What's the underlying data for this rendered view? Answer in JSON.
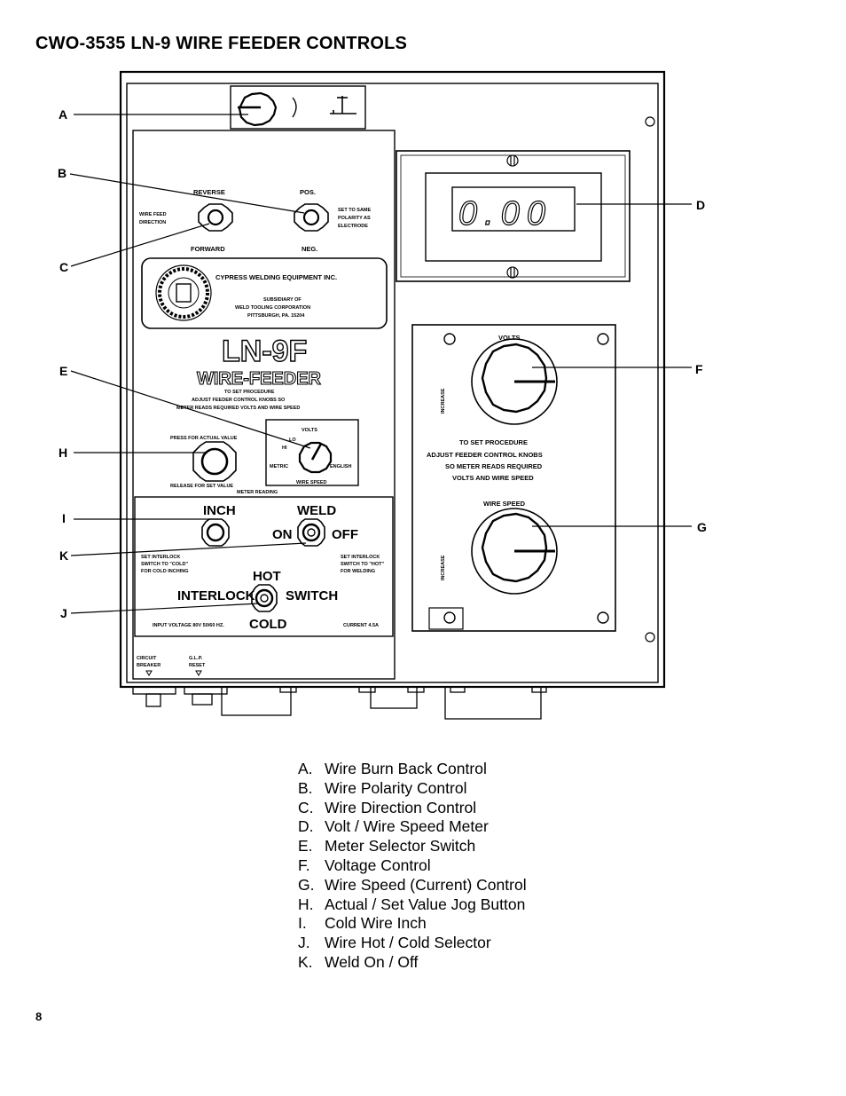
{
  "title": "CWO-3535 LN-9 WIRE FEEDER CONTROLS",
  "page_number": "8",
  "callouts": [
    "A",
    "B",
    "C",
    "D",
    "E",
    "F",
    "G",
    "H",
    "I",
    "J",
    "K"
  ],
  "panel": {
    "reverse": "REVERSE",
    "forward": "FORWARD",
    "pos": "POS.",
    "neg": "NEG.",
    "wire_feed_1": "WIRE FEED",
    "wire_feed_2": "DIRECTION",
    "polarity_1": "SET TO SAME",
    "polarity_2": "POLARITY AS",
    "polarity_3": "ELECTRODE",
    "company": "CYPRESS WELDING EQUIPMENT INC.",
    "subsidiary_1": "SUBSIDIARY OF",
    "subsidiary_2": "WELD TOOLING CORPORATION",
    "subsidiary_3": "PITTSBURGH, PA. 15204",
    "model": "LN-9F",
    "model_sub": "WIRE-FEEDER",
    "proc_1": "TO SET PROCEDURE",
    "proc_2": "ADJUST FEEDER CONTROL KNOBS SO",
    "proc_3": "METER READS REQUIRED VOLTS AND WIRE SPEED",
    "press_actual": "PRESS FOR ACTUAL VALUE",
    "release_set": "RELEASE FOR SET VALUE",
    "meter_reading": "METER READING",
    "sel_volts": "VOLTS",
    "sel_lo": "LO",
    "sel_hi": "HI",
    "sel_metric": "METRIC",
    "sel_english": "ENGLISH",
    "sel_wire_speed": "WIRE SPEED",
    "inch": "INCH",
    "weld": "WELD",
    "on": "ON",
    "off": "OFF",
    "set_cold_1": "SET INTERLOCK",
    "set_cold_2": "SWITCH TO \"COLD\"",
    "set_cold_3": "FOR COLD INCHING",
    "set_hot_1": "SET INTERLOCK",
    "set_hot_2": "SWITCH TO \"HOT\"",
    "set_hot_3": "FOR WELDING",
    "hot": "HOT",
    "interlock": "INTERLOCK",
    "switch": "SWITCH",
    "cold": "COLD",
    "input_voltage": "INPUT VOLTAGE 80V 50/60 HZ.",
    "current": "CURRENT 4.5A",
    "circuit_1": "CIRCUIT",
    "circuit_2": "BREAKER",
    "glp_1": "G.L.P.",
    "glp_2": "RESET",
    "meter_display": "0.00",
    "volts": "VOLTS",
    "increase": "INCREASE",
    "right_proc_1": "TO SET PROCEDURE",
    "right_proc_2": "ADJUST FEEDER CONTROL KNOBS",
    "right_proc_3": "SO METER READS REQUIRED",
    "right_proc_4": "VOLTS AND WIRE SPEED",
    "wire_speed": "WIRE SPEED"
  },
  "legend": [
    {
      "key": "A.",
      "text": "Wire Burn Back Control"
    },
    {
      "key": "B.",
      "text": "Wire Polarity Control"
    },
    {
      "key": "C.",
      "text": "Wire Direction Control"
    },
    {
      "key": "D.",
      "text": "Volt / Wire Speed Meter"
    },
    {
      "key": "E.",
      "text": "Meter Selector Switch"
    },
    {
      "key": "F.",
      "text": "Voltage Control"
    },
    {
      "key": "G.",
      "text": "Wire Speed (Current) Control"
    },
    {
      "key": "H.",
      "text": "Actual / Set Value Jog Button"
    },
    {
      "key": "I.",
      "text": "Cold Wire Inch"
    },
    {
      "key": "J.",
      "text": "Wire Hot / Cold Selector"
    },
    {
      "key": "K.",
      "text": "Weld On / Off"
    }
  ]
}
